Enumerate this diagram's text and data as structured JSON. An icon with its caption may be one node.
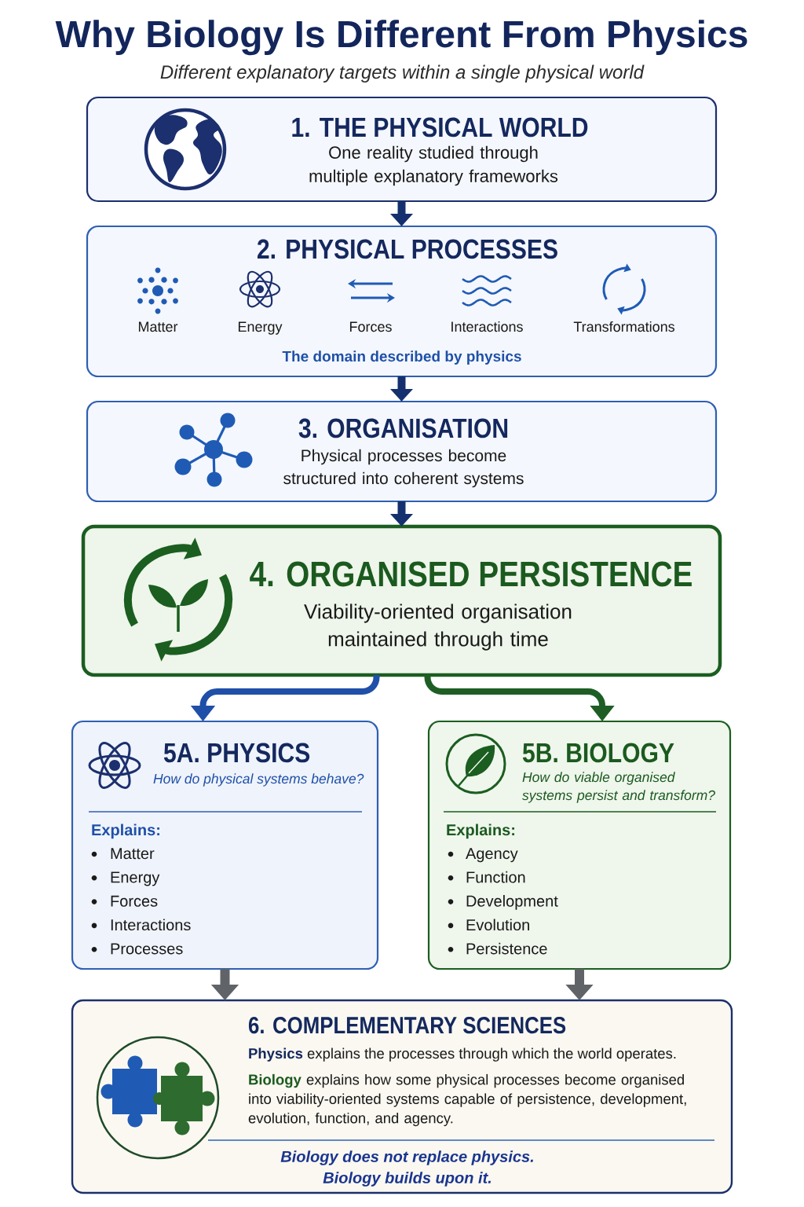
{
  "diagram": {
    "title": "Why Biology Is Different From Physics",
    "nodes": [
      {
        "text": [
          "1. THE PHYSICAL WORLD",
          "One reality studied through multiple explanatory frameworks"
        ]
      },
      {
        "text": [
          "2. PHYSICAL PROCESSES",
          "Matter",
          "Energy",
          "Forces",
          "Interactions",
          "Transformations",
          "The domain described by physics"
        ]
      },
      {
        "text": [
          "3. ORGANISATION",
          "Physical processes become structured into coherent systems"
        ]
      },
      {
        "text": [
          "4. ORGANISED PERSISTENCE",
          "Viability-oriented organisation maintained through time"
        ]
      },
      {
        "text": [
          "5A. PHYSICS",
          "How do physical systems behave?",
          "Explains:",
          "Matter",
          "Energy",
          "Forces",
          "Interactions",
          "Processes"
        ]
      },
      {
        "text": [
          "5B. BIOLOGY",
          "How do viable organised systems persist and transform?",
          "Explains:",
          "Agency",
          "Function",
          "Development",
          "Evolution",
          "Persistence"
        ]
      },
      {
        "text": [
          "6. COMPLEMENTARY SCIENCES",
          "**Physics** explains the processes through which the world operates.",
          "**Biology** explains how some physical processes become organised into viability-oriented systems capable of persistence, development, evolution, function, and agency.",
          "Biology does not replace physics. Biology builds upon it."
        ]
      }
    ],
    "edges": [
      {
        "from": 0,
        "to": 1,
        "arrow": "to"
      },
      {
        "from": 1,
        "to": 2,
        "arrow": "to"
      },
      {
        "from": 2,
        "to": 3,
        "arrow": "to"
      },
      {
        "from": 3,
        "to": 4,
        "arrow": "to",
        "color": "#1f4fa8"
      },
      {
        "from": 3,
        "to": 5,
        "arrow": "to",
        "color": "#1e5e25"
      },
      {
        "from": 4,
        "to": 6,
        "arrow": "to",
        "color": "#606368"
      },
      {
        "from": 5,
        "to": 6,
        "arrow": "to",
        "color": "#606368"
      }
    ],
    "labels": [
      "Different explanatory targets within a single physical world"
    ]
  }
}
